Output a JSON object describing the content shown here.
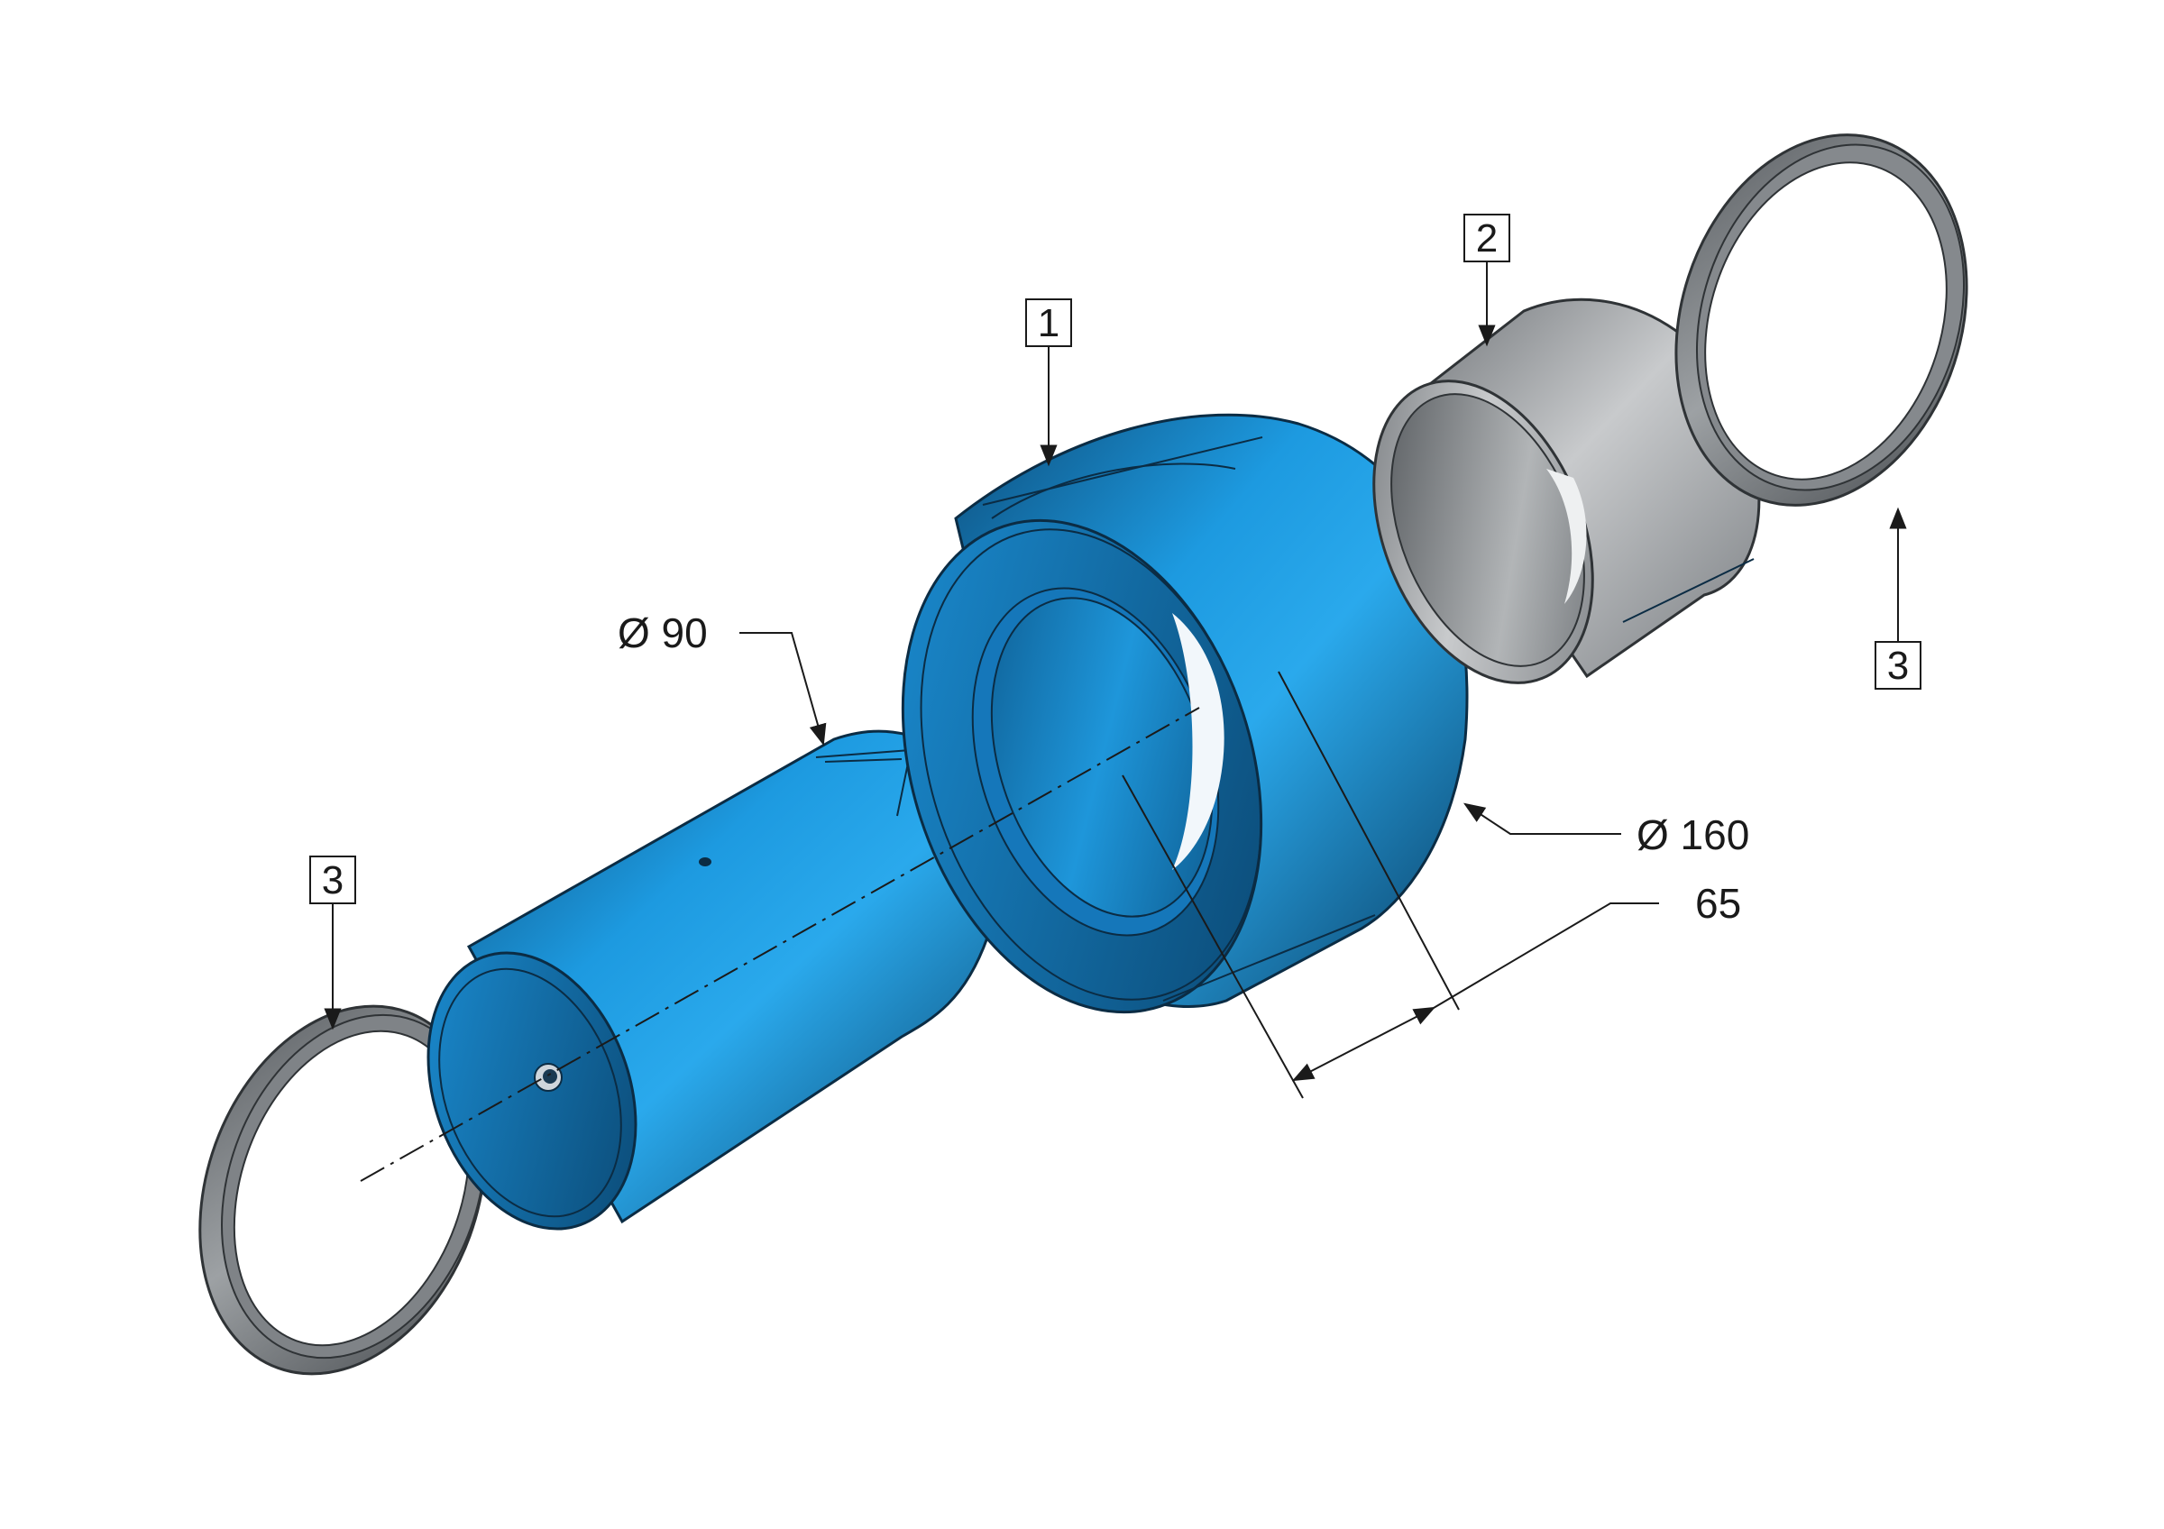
{
  "balloons": {
    "part1": "1",
    "part2": "2",
    "part3_left": "3",
    "part3_right": "3"
  },
  "dimensions": {
    "pin_diameter": "Ø 90",
    "outer_diameter": "Ø 160",
    "width": "65"
  },
  "colors": {
    "blue_part": "#1a8fd6",
    "blue_dark": "#0a4670",
    "steel_part": "#a9acae",
    "steel_dark": "#55595c",
    "annotation": "#1a1a1a"
  }
}
